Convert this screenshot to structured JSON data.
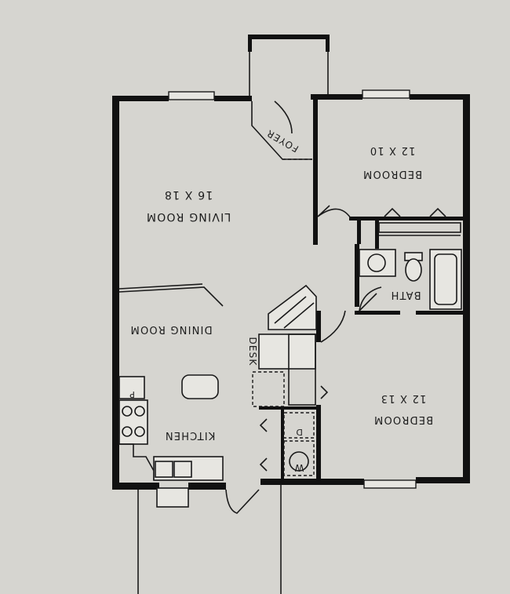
{
  "rooms": {
    "living_room": {
      "name": "LIVING ROOM",
      "dims": "16 X 18"
    },
    "bedroom_1": {
      "name": "BEDROOM",
      "dims": "12 X 10"
    },
    "bedroom_2": {
      "name": "BEDROOM",
      "dims": "12 X 13"
    },
    "foyer": {
      "name": "FOYER"
    },
    "bath": {
      "name": "BATH"
    },
    "dining_room": {
      "name": "DINING ROOM"
    },
    "kitchen": {
      "name": "KITCHEN"
    },
    "desk": {
      "name": "DESK"
    }
  },
  "appliances": {
    "pantry": "P",
    "dryer": "D",
    "washer": "W"
  },
  "colors": {
    "paper": "#d6d5d0",
    "wall": "#111111",
    "fixture_fill": "#e7e6e1"
  }
}
